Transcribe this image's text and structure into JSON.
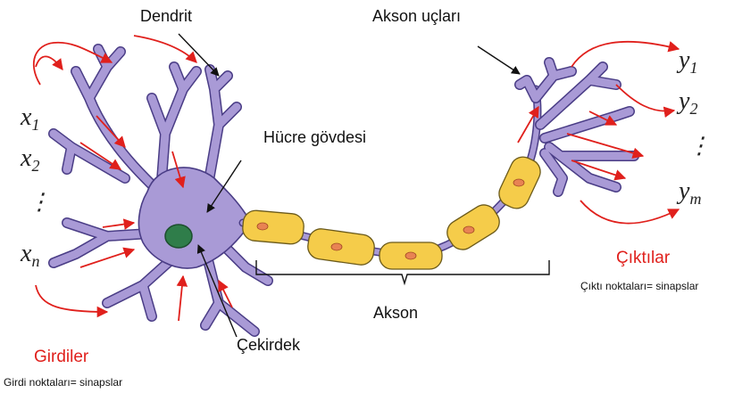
{
  "labels": {
    "dendrit": "Dendrit",
    "akson_uclari": "Akson uçları",
    "hucre_govdesi": "Hücre gövdesi",
    "cekirdek": "Çekirdek",
    "akson": "Akson",
    "girdiler": "Girdiler",
    "girdi_note": "Girdi noktaları= sinapslar",
    "ciktilar": "Çıktılar",
    "cikti_note": "Çıktı noktaları= sinapslar"
  },
  "inputs": [
    {
      "base": "x",
      "sub": "1"
    },
    {
      "base": "x",
      "sub": "2"
    },
    {
      "base": "⋮",
      "sub": ""
    },
    {
      "base": "x",
      "sub": "n"
    }
  ],
  "outputs": [
    {
      "base": "y",
      "sub": "1"
    },
    {
      "base": "y",
      "sub": "2"
    },
    {
      "base": "⋮",
      "sub": ""
    },
    {
      "base": "y",
      "sub": "m"
    }
  ],
  "colors": {
    "cell": "#a99ad6",
    "outline": "#4a3d86",
    "myelin": "#f5cc4a",
    "nucleus": "#2f7d4a",
    "arrow": "#e0201c"
  }
}
